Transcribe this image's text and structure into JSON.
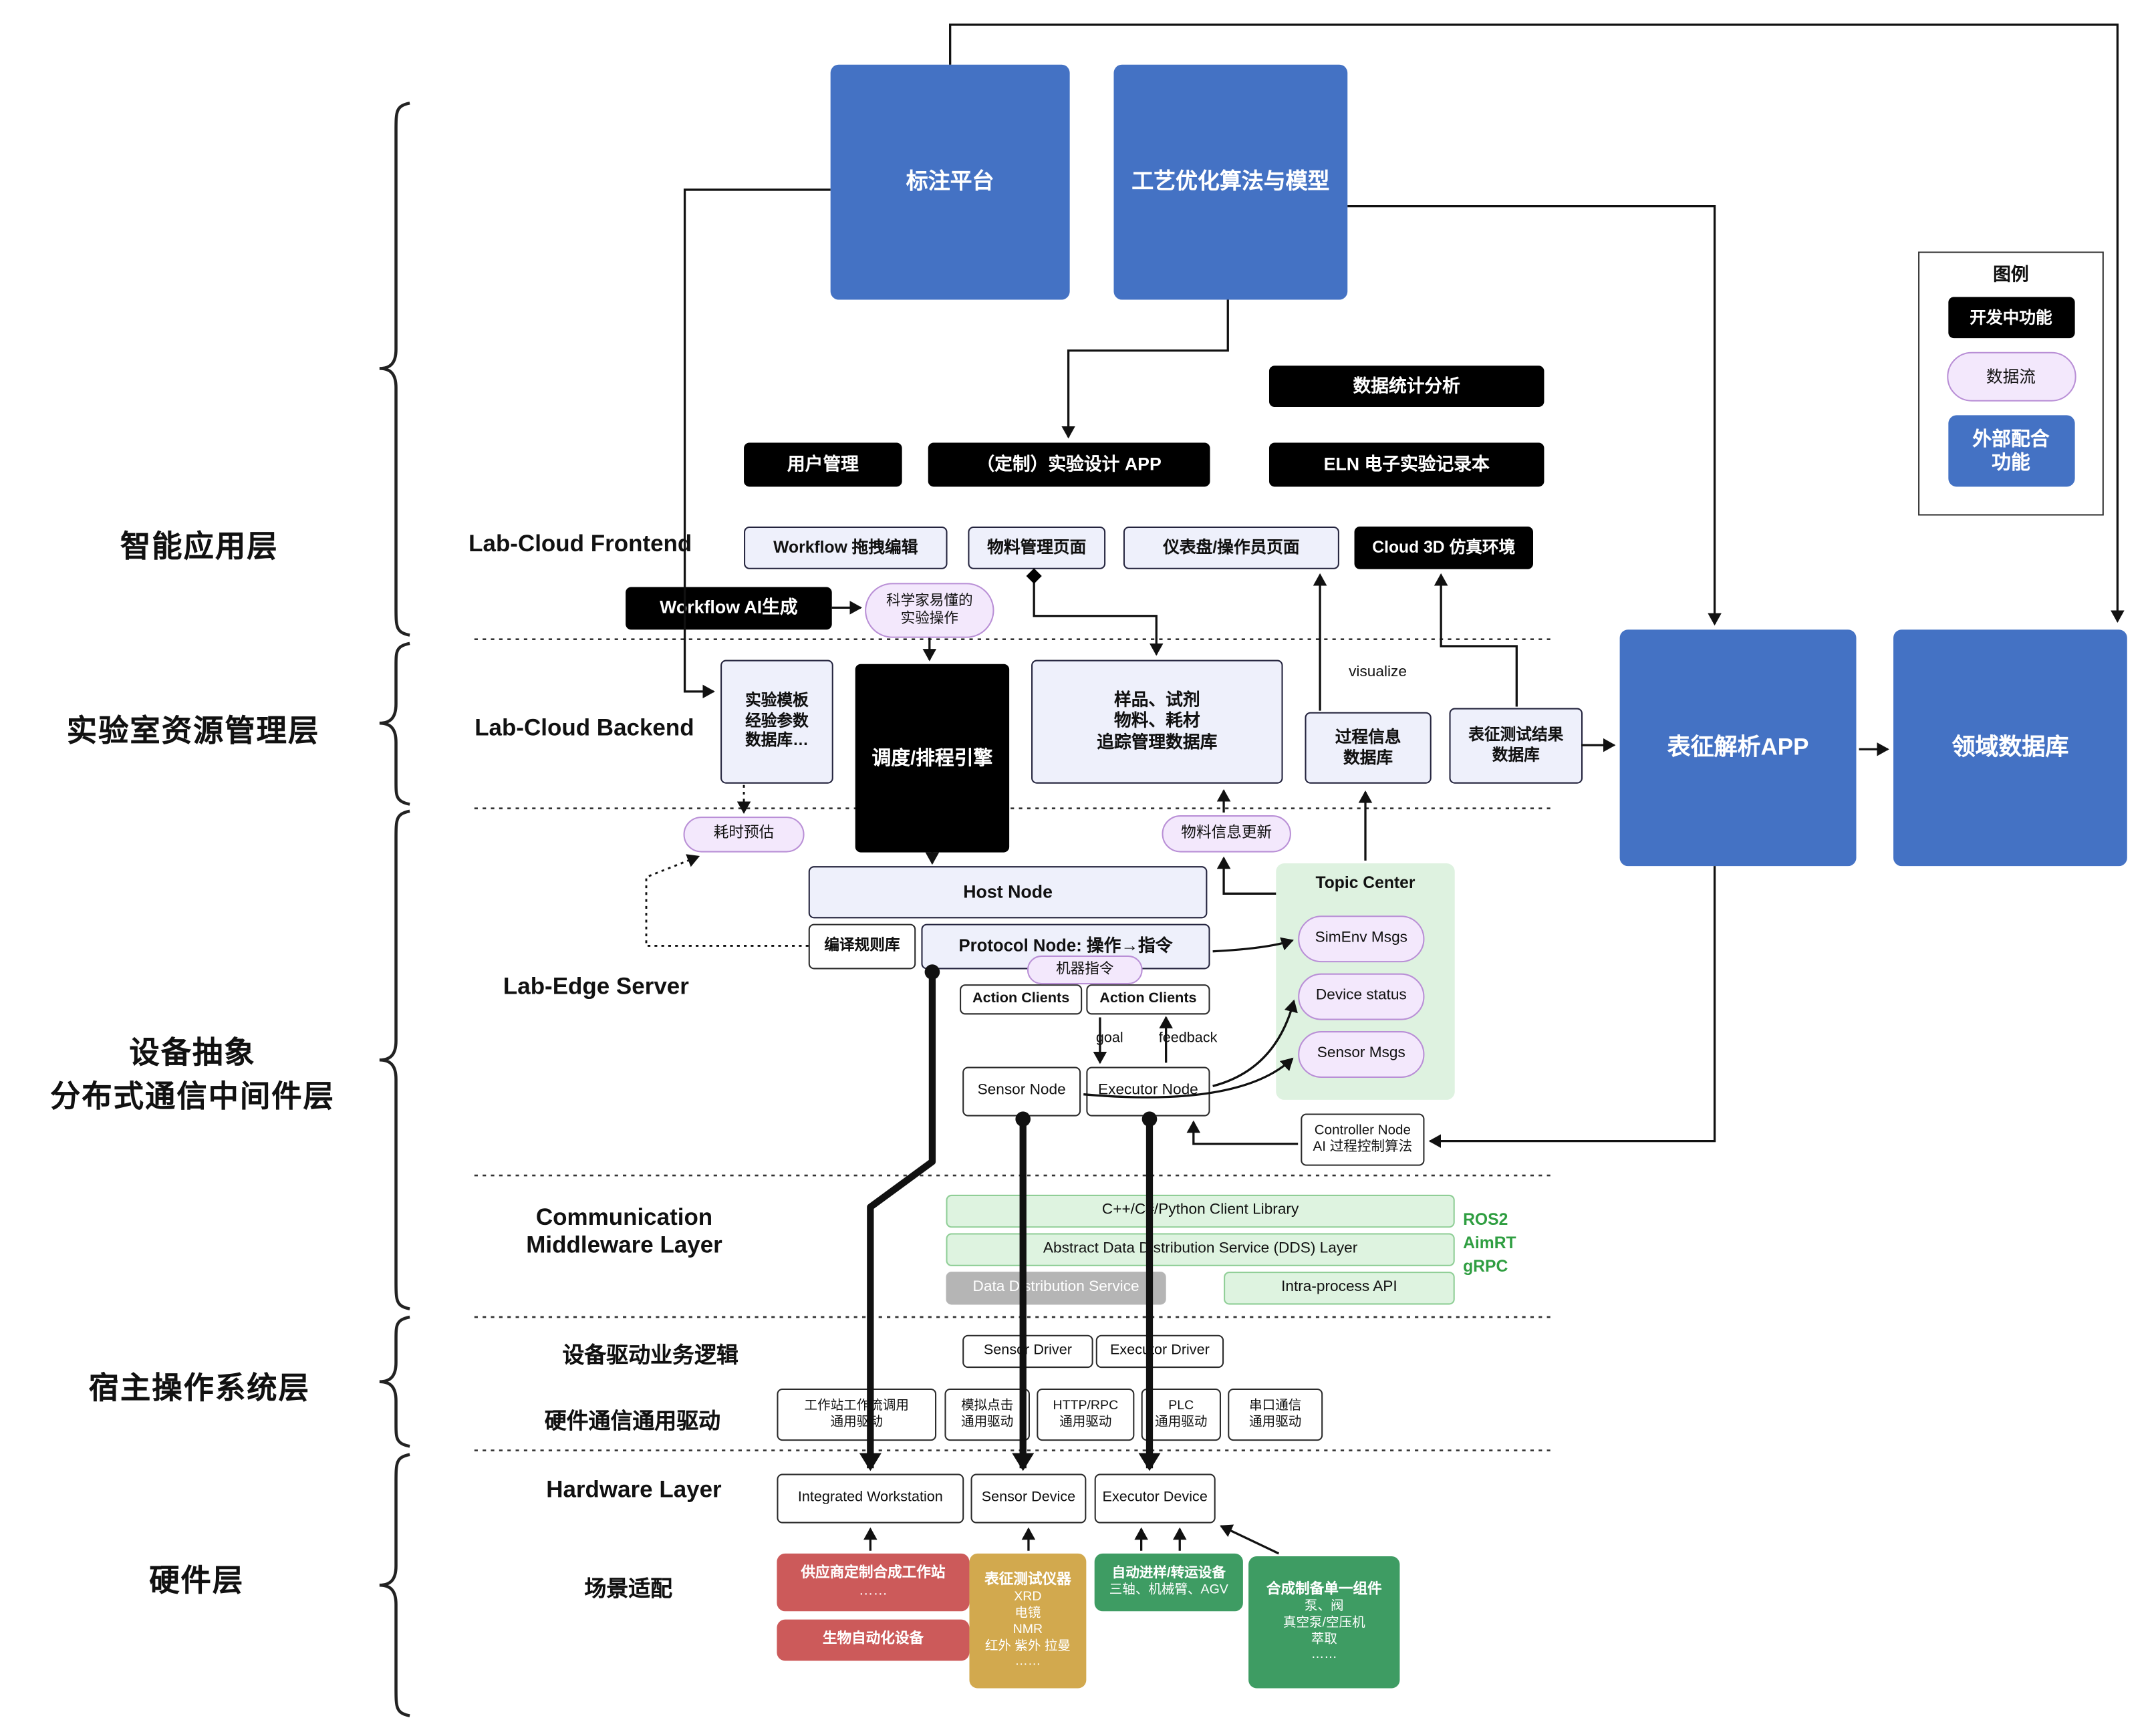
{
  "colors": {
    "brand_blue": "#4472C4",
    "developing_black": "#000000",
    "dataflow_purple": "#f3e8fc",
    "topic_green": "#def2e0",
    "vendor_red": "#CC5A5A",
    "instrument_tan": "#D2A94E",
    "device_green": "#3E9C63",
    "stack_green": "#2f9e41"
  },
  "top": {
    "annotation_platform": "标注平台",
    "process_optimization": "工艺优化算法与模型"
  },
  "legend": {
    "title": "图例",
    "developing": "开发中功能",
    "dataflow": "数据流",
    "external": [
      "外部配合",
      "功能"
    ]
  },
  "layer_labels": {
    "app": "智能应用层",
    "resource": "实验室资源管理层",
    "device": [
      "设备抽象",
      "分布式通信中间件层"
    ],
    "host_os": "宿主操作系统层",
    "hardware": "硬件层"
  },
  "frontend": {
    "label": "Lab-Cloud Frontend",
    "data_stats": "数据统计分析",
    "user_mgmt": "用户管理",
    "custom_app": "（定制）实验设计 APP",
    "eln": "ELN 电子实验记录本",
    "workflow_edit": "Workflow 拖拽编辑",
    "material_page": "物料管理页面",
    "dashboard_page": "仪表盘/操作员页面",
    "cloud3d": "Cloud 3D 仿真环境",
    "workflow_ai": "Workflow AI生成",
    "scientist_pill": [
      "科学家易懂的",
      "实验操作"
    ]
  },
  "backend": {
    "label": "Lab-Cloud Backend",
    "template_db": [
      "实验模板",
      "经验参数",
      "数据库…"
    ],
    "scheduler": "调度/排程引擎",
    "sample_db": [
      "样品、试剂",
      "物料、耗材",
      "追踪管理数据库"
    ],
    "process_db": [
      "过程信息",
      "数据库"
    ],
    "result_db": [
      "表征测试结果",
      "数据库"
    ],
    "char_app": "表征解析APP",
    "domain_db": "领域数据库",
    "visualize": "visualize",
    "time_estimate": "耗时预估",
    "material_update": "物料信息更新"
  },
  "edge": {
    "label": "Lab-Edge Server",
    "host_node": "Host Node",
    "compile_rules": "编译规则库",
    "protocol_node": "Protocol Node: 操作→指令",
    "machine_cmd": "机器指令",
    "action_clients": "Action Clients",
    "goal": "goal",
    "feedback": "feedback",
    "sensor_node": "Sensor Node",
    "executor_node": "Executor Node",
    "topic_center": "Topic Center",
    "simenv": "SimEnv Msgs",
    "device_status": "Device status",
    "sensor_msgs": "Sensor Msgs",
    "controller": [
      "Controller Node",
      "AI 过程控制算法"
    ]
  },
  "middleware": {
    "label": [
      "Communication",
      "Middleware Layer"
    ],
    "client_lib": "C++/C#/Python Client Library",
    "dds_layer": "Abstract Data Distribution Service (DDS) Layer",
    "dds": "Data Distribution Service",
    "intra_api": "Intra-process API",
    "stack": [
      "ROS2",
      "AimRT",
      "gRPC"
    ]
  },
  "host_os": {
    "driver_logic": "设备驱动业务逻辑",
    "sensor_driver": "Sensor Driver",
    "executor_driver": "Executor Driver",
    "generic_label": "硬件通信通用驱动",
    "drivers": [
      [
        "工作站工作流调用",
        "通用驱动"
      ],
      [
        "模拟点击",
        "通用驱动"
      ],
      [
        "HTTP/RPC",
        "通用驱动"
      ],
      [
        "PLC",
        "通用驱动"
      ],
      [
        "串口通信",
        "通用驱动"
      ]
    ]
  },
  "hardware": {
    "label": "Hardware Layer",
    "integrated_ws": "Integrated Workstation",
    "sensor_device": "Sensor Device",
    "executor_device": "Executor Device",
    "scene": "场景适配",
    "vendor_ws": [
      "供应商定制合成工作站",
      "……"
    ],
    "bio": "生物自动化设备",
    "char_inst": [
      "表征测试仪器",
      "XRD",
      "电镜",
      "NMR",
      "红外 紫外 拉曼",
      "……"
    ],
    "transfer": [
      "自动进样/转运设备",
      "三轴、机械臂、AGV"
    ],
    "synth": [
      "合成制备单一组件",
      "泵、阀",
      "真空泵/空压机",
      "萃取",
      "……"
    ]
  }
}
